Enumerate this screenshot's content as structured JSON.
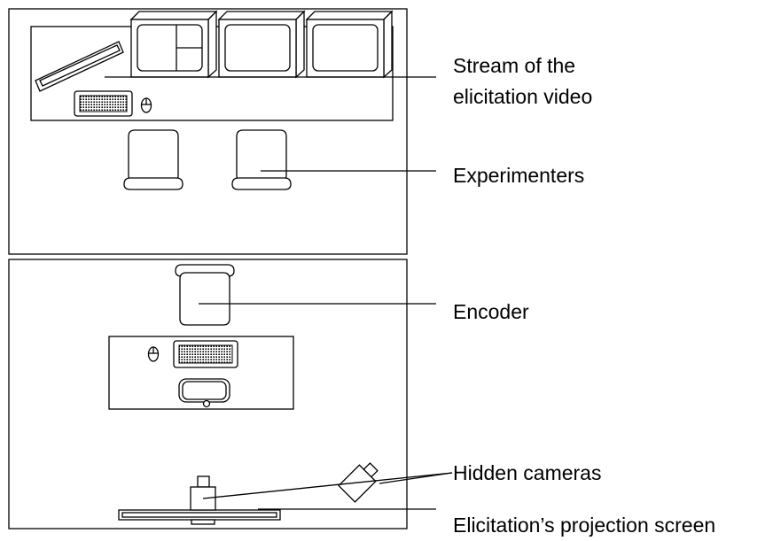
{
  "labels": {
    "stream_line1": "Stream of the",
    "stream_line2": "elicitation video",
    "experimenters": "Experimenters",
    "encoder": "Encoder",
    "hidden_cameras": "Hidden cameras",
    "projection_screen": "Elicitation’s projection screen"
  }
}
